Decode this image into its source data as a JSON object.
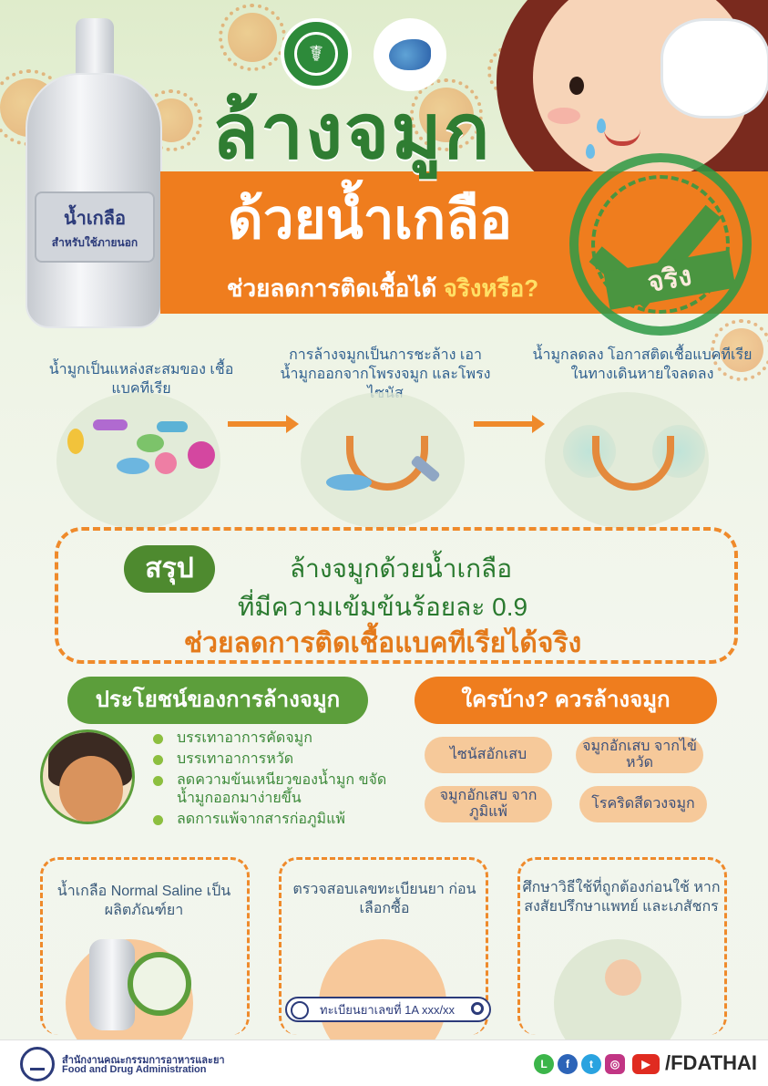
{
  "header": {
    "bottle_label_main": "น้ำเกลือ",
    "bottle_label_sub": "สำหรับใช้ภายนอก",
    "title_main": "ล้างจมูก",
    "title_sub": "ด้วยน้ำเกลือ",
    "question_prefix": "ช่วยลดการติดเชื้อได้ ",
    "question_highlight": "จริงหรือ?",
    "stamp_text": "จริง"
  },
  "steps": [
    {
      "text": "น้ำมูกเป็นแหล่งสะสมของ เชื้อแบคทีเรีย"
    },
    {
      "text": "การล้างจมูกเป็นการชะล้าง เอาน้ำมูกออกจากโพรงจมูก และโพรงไซนัส"
    },
    {
      "text": "น้ำมูกลดลง โอกาสติดเชื้อแบคทีเรีย ในทางเดินหายใจลดลง"
    }
  ],
  "summary": {
    "tag": "สรุป",
    "line1": "ล้างจมูกด้วยน้ำเกลือ",
    "line2": "ที่มีความเข้มข้นร้อยละ 0.9",
    "line3": "ช่วยลดการติดเชื้อแบคทีเรียได้จริง"
  },
  "benefits": {
    "heading": "ประโยชน์ของการล้างจมูก",
    "items": [
      "บรรเทาอาการคัดจมูก",
      "บรรเทาอาการหวัด",
      "ลดความข้นเหนียวของน้ำมูก ขจัดน้ำมูกออกมาง่ายขึ้น",
      "ลดการแพ้จากสารก่อภูมิแพ้"
    ]
  },
  "who": {
    "heading": "ใครบ้าง? ควรล้างจมูก",
    "items": [
      "ไซนัสอักเสบ",
      "จมูกอักเสบ จากไข้หวัด",
      "จมูกอักเสบ จากภูมิแพ้",
      "โรคริดสีดวงจมูก"
    ]
  },
  "cards": [
    {
      "text": "น้ำเกลือ Normal Saline เป็นผลิตภัณฑ์ยา"
    },
    {
      "text": "ตรวจสอบเลขทะเบียนยา ก่อนเลือกซื้อ"
    },
    {
      "text": "ศึกษาวิธีใช้ที่ถูกต้องก่อนใช้ หากสงสัยปรึกษาแพทย์ และเภสัชกร"
    }
  ],
  "registration_search": "ทะเบียนยาเลขที่ 1A xxx/xx",
  "footer": {
    "org_th": "สำนักงานคณะกรรมการอาหารและยา",
    "org_en": "Food and Drug Administration",
    "handle": "/FDATHAI",
    "social_icons": [
      "line-icon",
      "facebook-icon",
      "twitter-icon",
      "instagram-icon",
      "youtube-icon"
    ]
  },
  "colors": {
    "green": "#2f7d32",
    "orange": "#ef7d1e",
    "navy": "#2c3b7a"
  }
}
